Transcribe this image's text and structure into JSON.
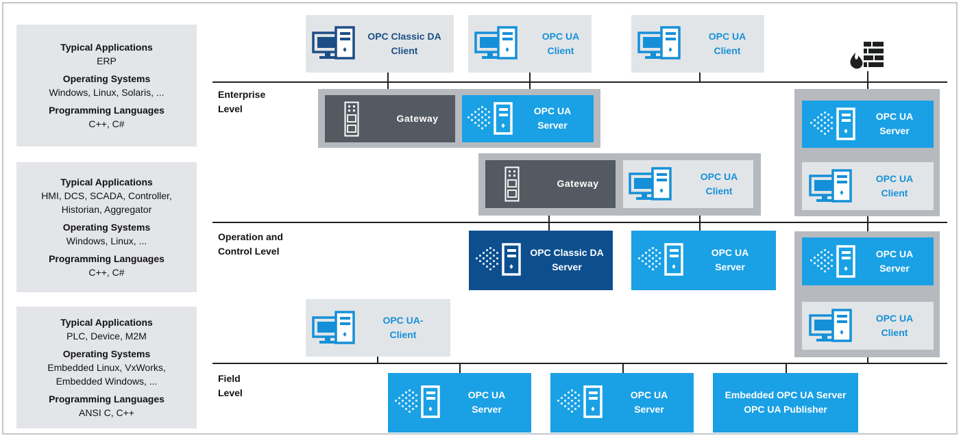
{
  "colors": {
    "client_bg": "#e2e5e8",
    "client_text": "#1590d8",
    "classic_text": "#1c4e86",
    "server_bg": "#1aa0e4",
    "classic_server_bg": "#0d4f8e",
    "gateway_bg": "#535a61",
    "group_bg": "#b6babe",
    "info_bg": "#e3e5e8"
  },
  "info": [
    {
      "apps_h": "Typical Applications",
      "apps": "ERP",
      "os_h": "Operating Systems",
      "os": "Windows, Linux, Solaris, ...",
      "lang_h": "Programming Languages",
      "lang": "C++, C#"
    },
    {
      "apps_h": "Typical Applications",
      "apps": "HMI, DCS, SCADA, Controller, Historian, Aggregator",
      "os_h": "Operating Systems",
      "os": "Windows, Linux, ...",
      "lang_h": "Programming Languages",
      "lang": "C++, C#"
    },
    {
      "apps_h": "Typical Applications",
      "apps": "PLC, Device, M2M",
      "os_h": "Operating Systems",
      "os": "Embedded Linux, VxWorks, Embedded Windows, ...",
      "lang_h": "Programming Languages",
      "lang": "ANSI C, C++"
    }
  ],
  "levels": {
    "enterprise": "Enterprise Level",
    "operation": "Operation and Control Level",
    "field": "Field Level"
  },
  "nodes": {
    "classic_da_client": "OPC Classic DA Client",
    "ua_client_1": "OPC UA Client",
    "ua_client_2": "OPC UA Client",
    "gateway_1": "Gateway",
    "ua_server_1": "OPC UA Server",
    "gateway_2": "Gateway",
    "ua_client_3": "OPC UA Client",
    "right_server_1": "OPC UA Server",
    "right_client_1": "OPC UA Client",
    "classic_da_server": "OPC Classic DA Server",
    "ua_server_2": "OPC UA Server",
    "right_server_2": "OPC UA Server",
    "ua_client_4": "OPC UA-Client",
    "right_client_2": "OPC UA Client",
    "field_server_1": "OPC UA Server",
    "field_server_2": "OPC UA Server",
    "embedded_line1": "Embedded OPC UA Server",
    "embedded_line2": "OPC UA Publisher"
  },
  "icons": [
    "computer-icon",
    "server-tower-icon",
    "gateway-device-icon",
    "firewall-icon"
  ]
}
